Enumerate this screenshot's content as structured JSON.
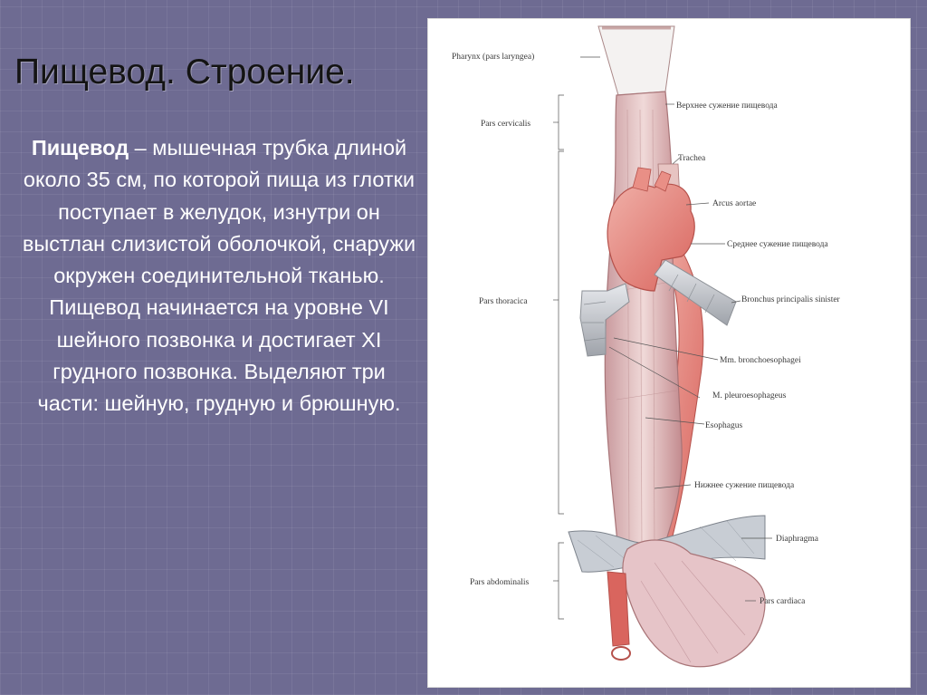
{
  "slide": {
    "title": "Пищевод. Строение.",
    "paragraph": {
      "term": "Пищевод",
      "text": " – мышечная трубка длиной около 35 см, по которой пища из глотки поступает в желудок, изнутри он выстлан слизистой оболочкой, снаружи окружен соединительной тканью. Пищевод начинается на уровне VI шейного позвонка и достигает XI грудного позвонка. Выделяют три части: шейную, грудную и брюшную."
    }
  },
  "figure": {
    "labels_left": {
      "pharynx": "Pharynx (pars laryngea)",
      "cervicalis": "Pars cervicalis",
      "thoracica": "Pars thoracica",
      "abdominalis": "Pars abdominalis"
    },
    "labels_right": {
      "upper_narrowing": "Верхнее сужение пищевода",
      "trachea": "Trachea",
      "arcus": "Arcus aortae",
      "middle_narrowing": "Среднее сужение пищевода",
      "bronchus": "Bronchus principalis sinister",
      "bronchoesophagei": "Mm. bronchoesophagei",
      "pleuroesophageus": "M. pleuroesophageus",
      "esophagus": "Esophagus",
      "lower_narrowing": "Нижнее сужение пищевода",
      "diaphragma": "Diaphragma",
      "cardiaca": "Pars cardiaca"
    }
  }
}
